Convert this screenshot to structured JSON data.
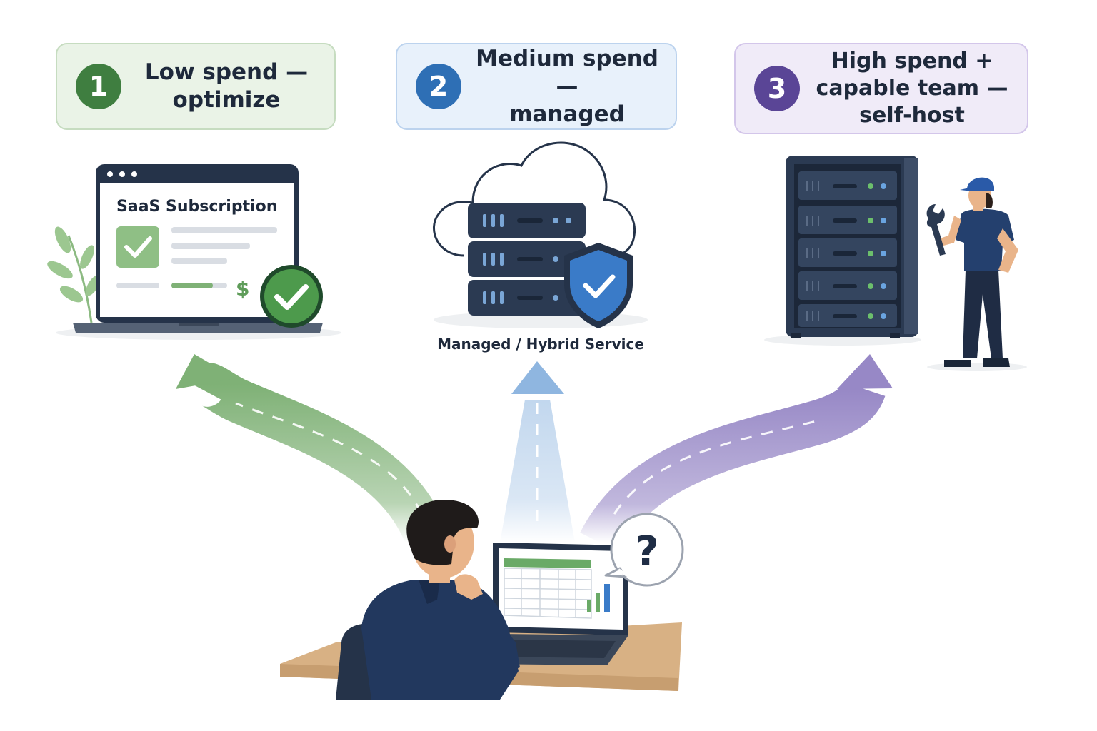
{
  "options": [
    {
      "number": "1",
      "title": "Low spend —\noptimize",
      "accent": "#3f7e40"
    },
    {
      "number": "2",
      "title": "Medium spend —\nmanaged",
      "accent": "#2e6fb5"
    },
    {
      "number": "3",
      "title": "High spend +\ncapable team —\nself-host",
      "accent": "#5a4596"
    }
  ],
  "saas": {
    "window_title": "SaaS Subscription",
    "currency_symbol": "$"
  },
  "managed": {
    "caption": "Managed / Hybrid Service"
  },
  "decision": {
    "bubble_text": "?"
  },
  "icons": [
    "laptop-icon",
    "check-icon",
    "plant-icon",
    "cloud-icon",
    "server-icon",
    "shield-icon",
    "server-rack-icon",
    "wrench-icon",
    "technician-icon",
    "person-icon",
    "question-bubble-icon"
  ],
  "colors": {
    "green": "#7fb176",
    "blue": "#8fb6e0",
    "purple": "#9788c6"
  }
}
